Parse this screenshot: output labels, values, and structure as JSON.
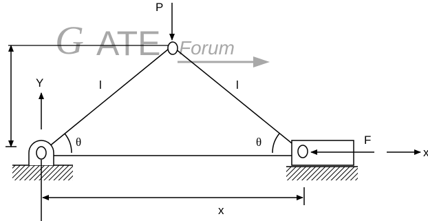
{
  "watermark": {
    "letter": "G",
    "main": "ATE",
    "tail": "Forum"
  },
  "labels": {
    "load": "P",
    "link_left": "l",
    "link_right": "l",
    "y_axis": "Y",
    "angle_left": "θ",
    "angle_right": "θ",
    "force": "F",
    "x_axis": "x",
    "distance": "x"
  },
  "colors": {
    "line": "#000000",
    "watermark": "#a8a8a8"
  }
}
